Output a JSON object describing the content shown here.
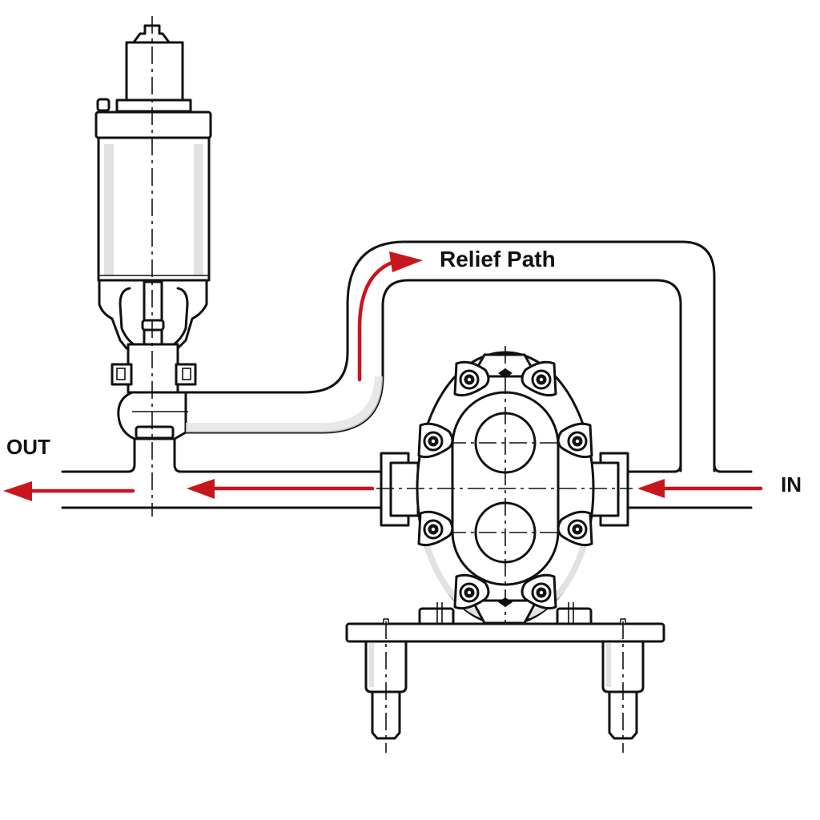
{
  "labels": {
    "relief_path": "Relief Path",
    "outlet": "OUT",
    "inlet": "IN"
  },
  "components": {
    "relief_valve": "relief-valve",
    "pump": "gear-pump",
    "base": "mounting-base"
  },
  "colors": {
    "flow": "#c8161d",
    "line": "#111111",
    "background": "#ffffff"
  }
}
